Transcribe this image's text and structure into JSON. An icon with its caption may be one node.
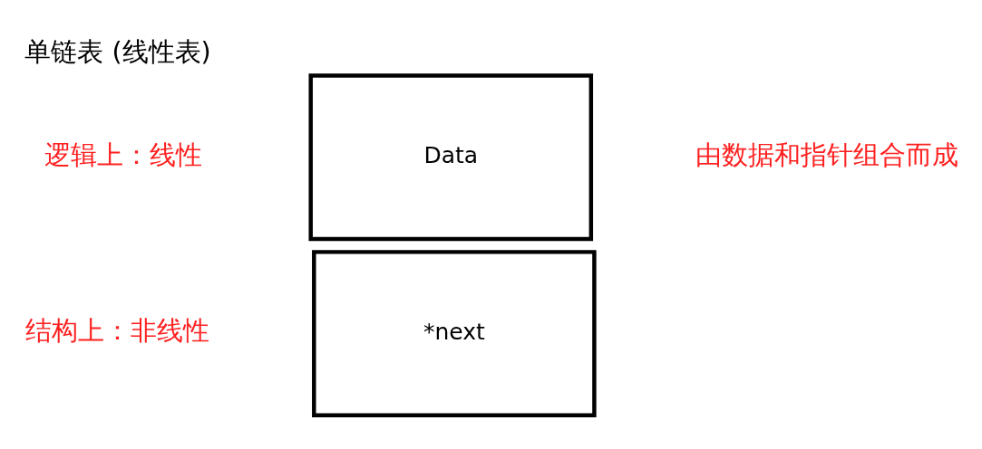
{
  "diagram": {
    "title": "单链表 (线性表)",
    "nodes": [
      {
        "text": [
          "Data"
        ]
      },
      {
        "text": [
          "*next"
        ]
      }
    ],
    "edges": [],
    "labels": [
      "逻辑上：线性",
      "结构上：非线性",
      "由数据和指针组合而成"
    ]
  }
}
